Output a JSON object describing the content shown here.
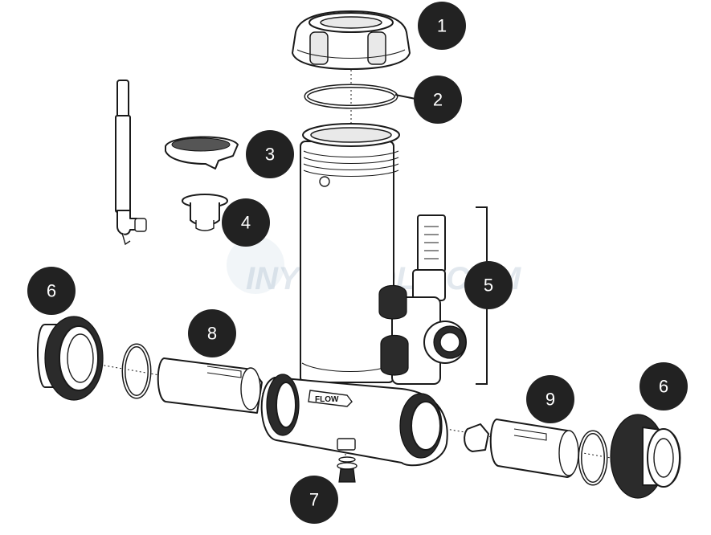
{
  "diagram": {
    "callouts": [
      {
        "id": "c1",
        "label": "1"
      },
      {
        "id": "c2",
        "label": "2"
      },
      {
        "id": "c3",
        "label": "3"
      },
      {
        "id": "c4",
        "label": "4"
      },
      {
        "id": "c5",
        "label": "5"
      },
      {
        "id": "c6a",
        "label": "6"
      },
      {
        "id": "c6b",
        "label": "6"
      },
      {
        "id": "c7",
        "label": "7"
      },
      {
        "id": "c8",
        "label": "8"
      },
      {
        "id": "c9",
        "label": "9"
      }
    ],
    "flow_label": "FLOW",
    "watermark": "INYOPOOLS.COM"
  }
}
